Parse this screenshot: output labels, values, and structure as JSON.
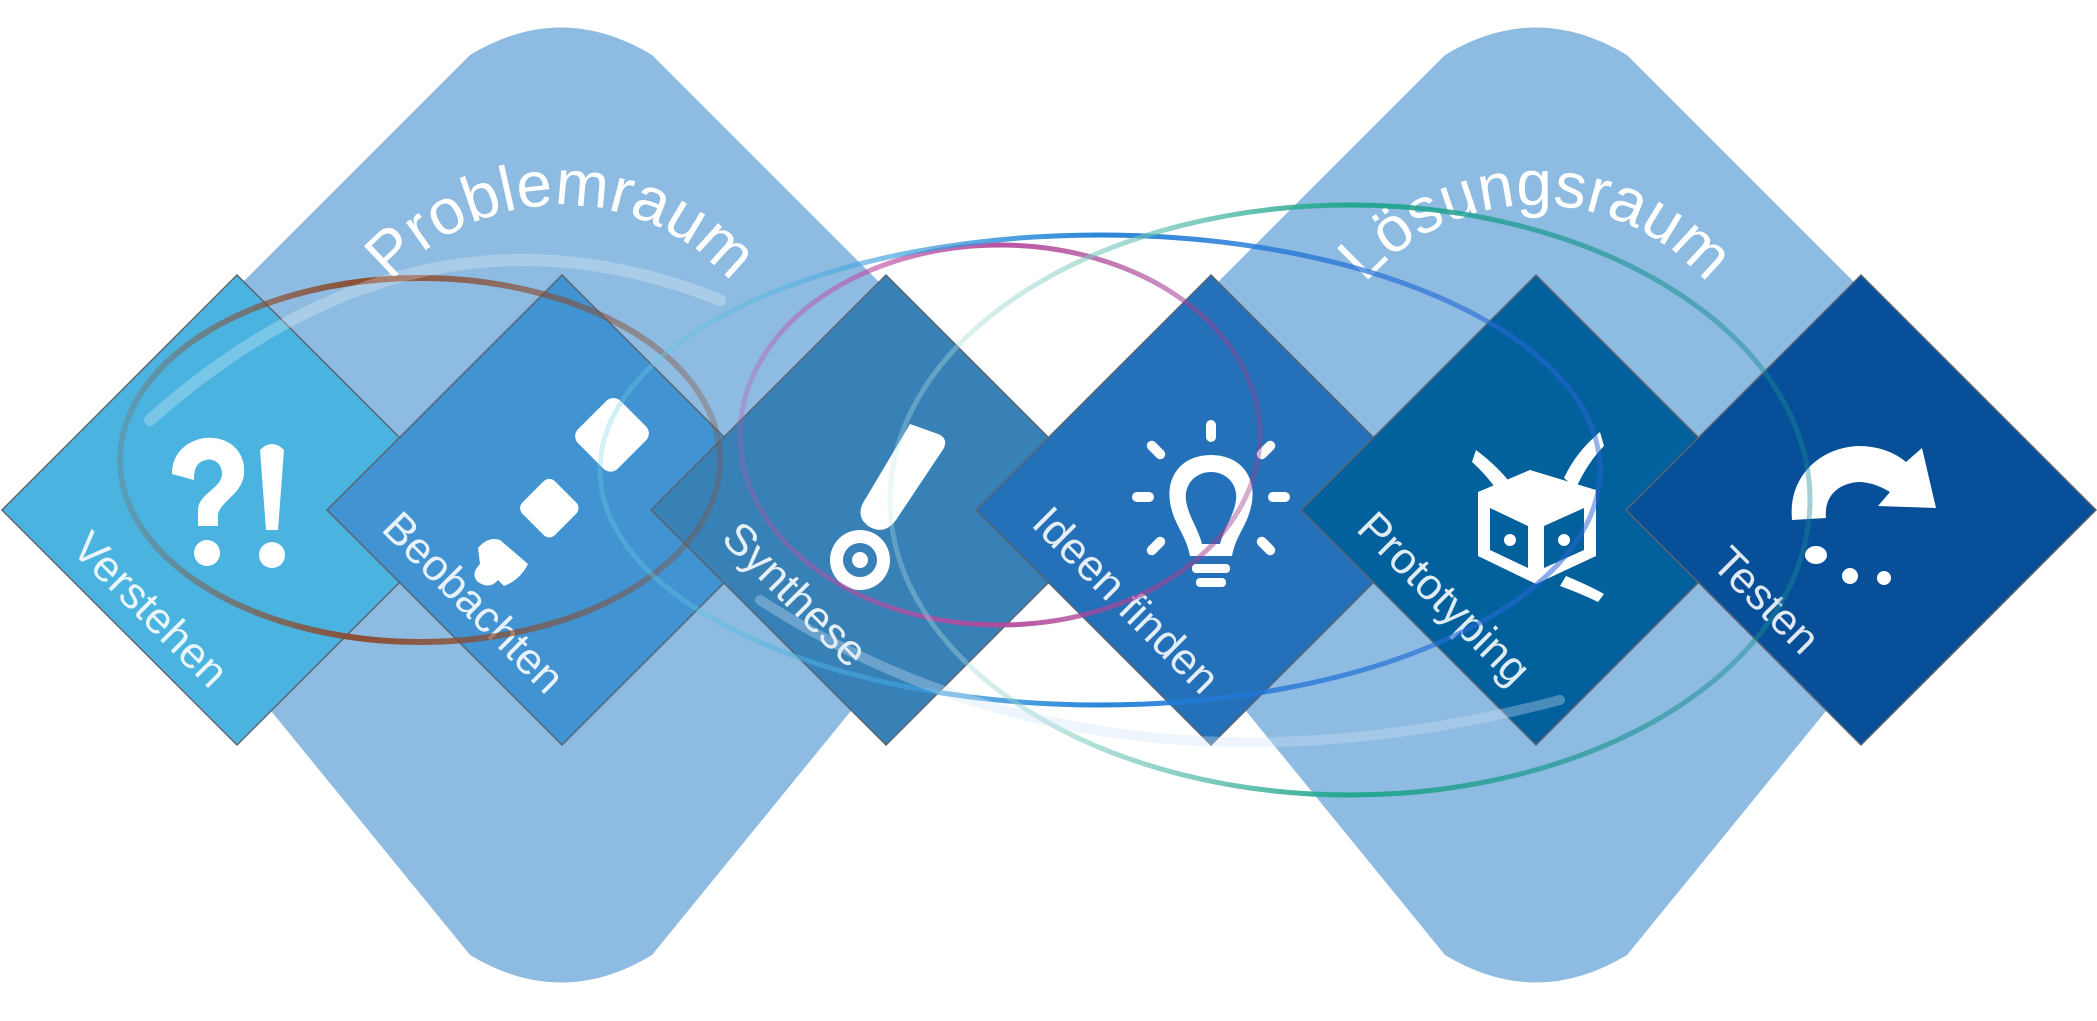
{
  "spaces": {
    "problem": {
      "label": "Problemraum",
      "color": "#8dbbe1"
    },
    "solution": {
      "label": "Lösungsraum",
      "color": "#8dbbe1"
    }
  },
  "steps": [
    {
      "label": "Verstehen",
      "icon": "question-exclamation-icon",
      "color": "#4bb3e0"
    },
    {
      "label": "Beobachten",
      "icon": "binoculars-icon",
      "color": "#4193d1"
    },
    {
      "label": "Synthese",
      "icon": "pen-brush-icon",
      "color": "#3781b7"
    },
    {
      "label": "Ideen finden",
      "icon": "light-bulb-icon",
      "color": "#2471b9"
    },
    {
      "label": "Prototyping",
      "icon": "paper-craft-box-icon",
      "color": "#02609d"
    },
    {
      "label": "Testen",
      "icon": "curved-arrow-icon",
      "color": "#074f99"
    }
  ],
  "loop_colors": [
    "#8b4a2c",
    "#b54a9c",
    "#1e7fd6",
    "#1ea58a"
  ]
}
